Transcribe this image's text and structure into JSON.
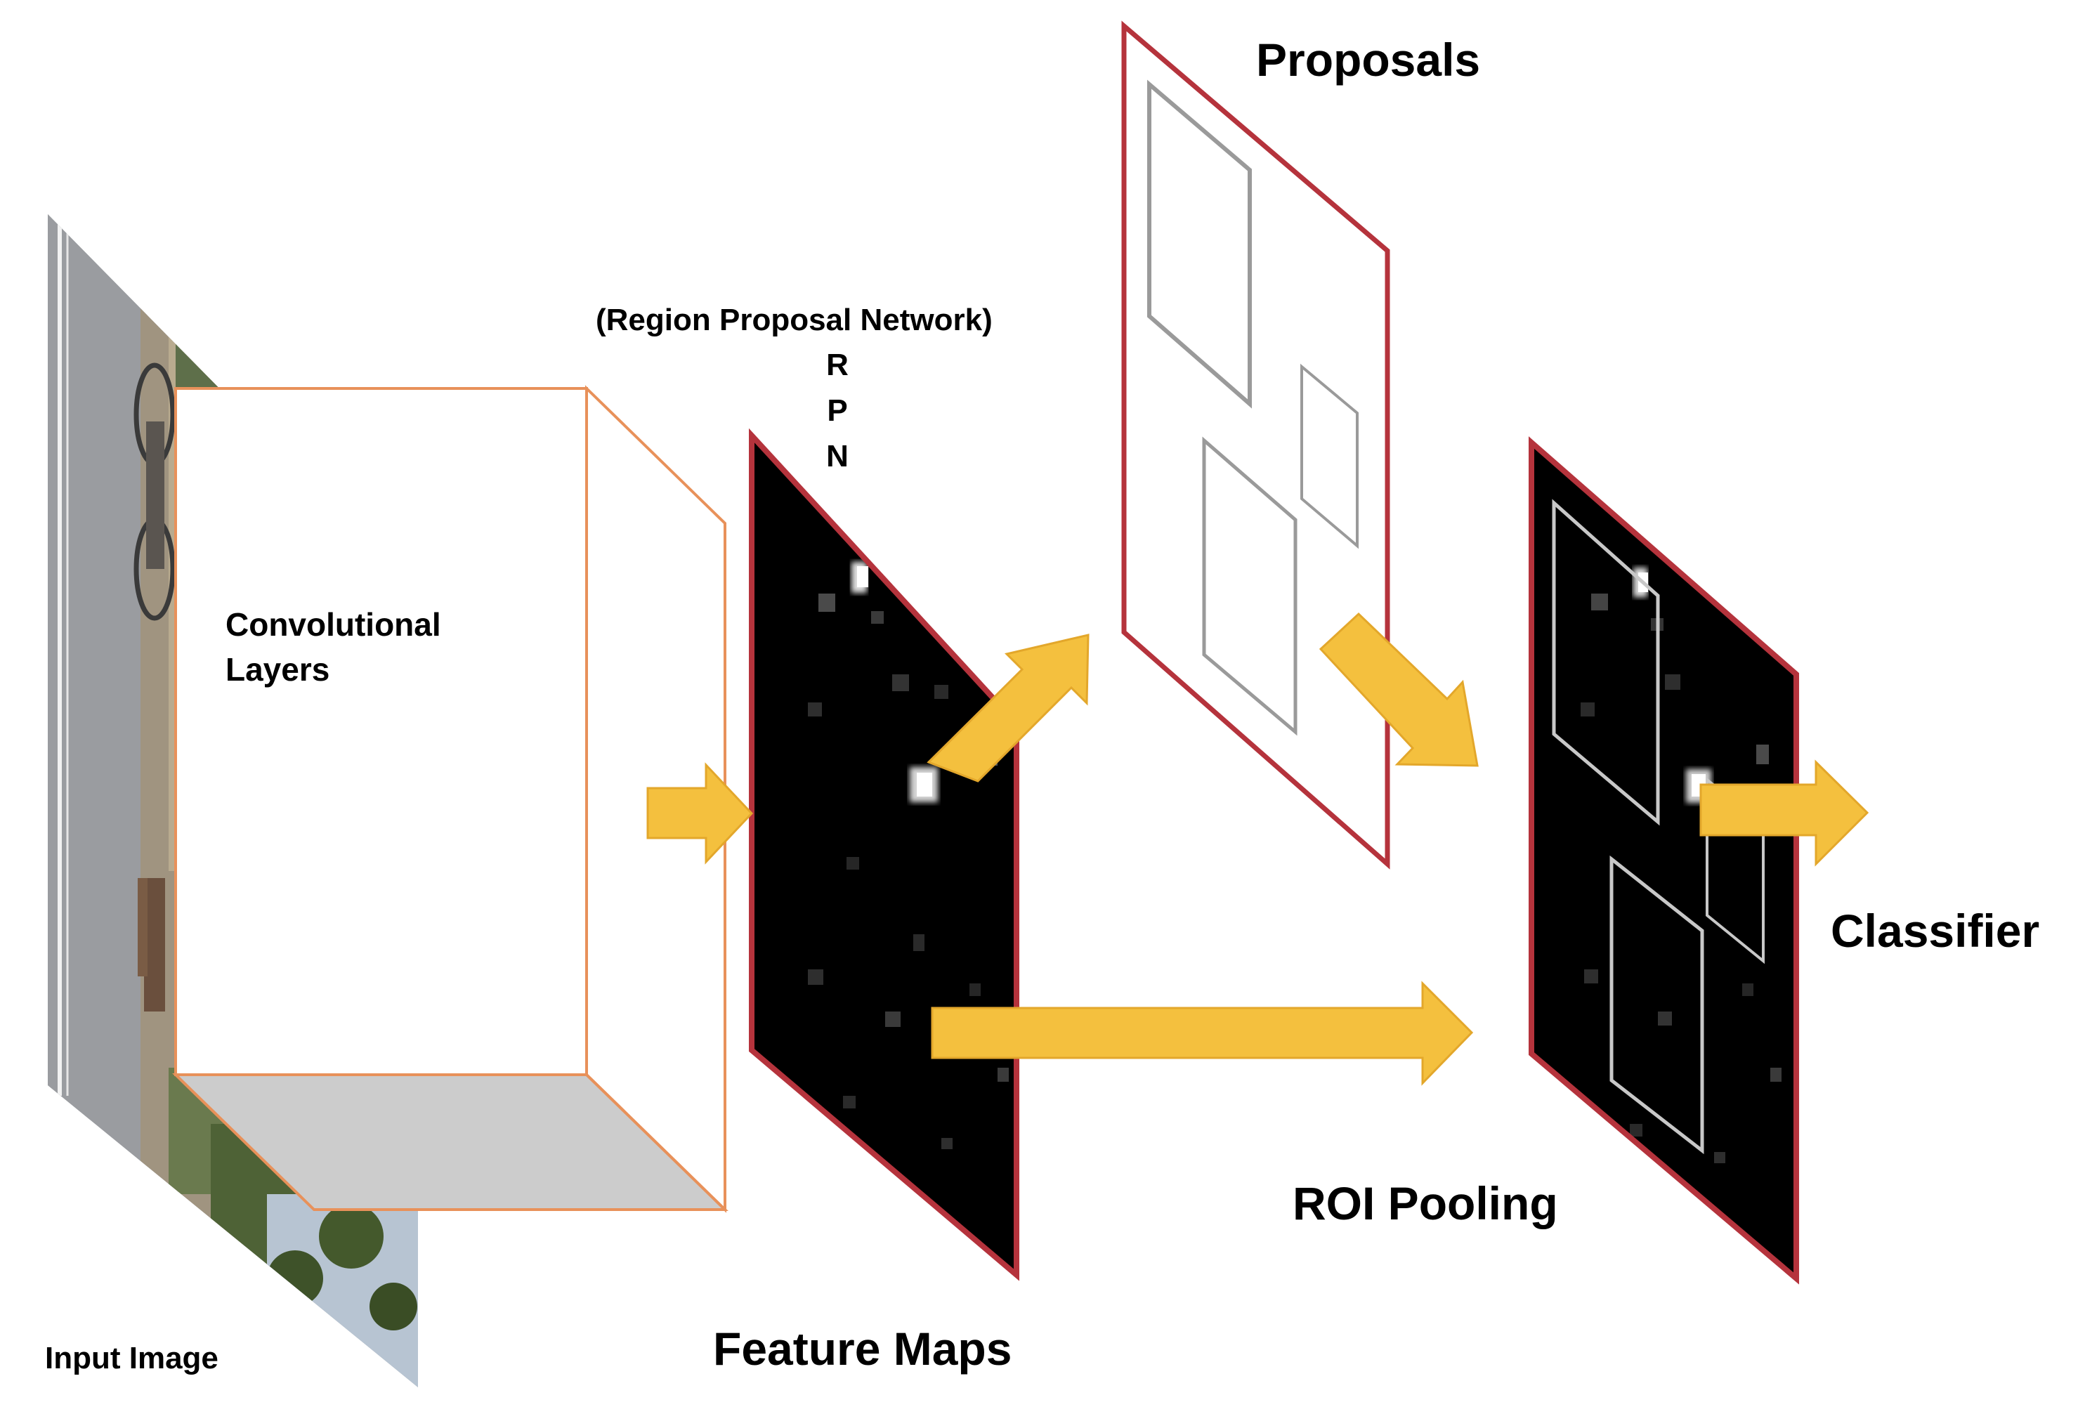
{
  "labels": {
    "proposals": "Proposals",
    "rpn_full": "(Region Proposal Network)",
    "rpn_letters": [
      "R",
      "P",
      "N"
    ],
    "conv_layers_line1": "Convolutional",
    "conv_layers_line2": "Layers",
    "classifier": "Classifier",
    "roi_pooling": "ROI Pooling",
    "feature_maps": "Feature Maps",
    "input_image": "Input Image"
  },
  "colors": {
    "plane_border": "#b5333c",
    "arrow_fill": "#f4c03e",
    "arrow_stroke": "#e3a72b",
    "cube_edge": "#e8915a",
    "cube_bottom": "#cccccc",
    "feature_bg": "#000000",
    "proposal_box": "#9a9a9a"
  },
  "icons": {
    "input_image": "street-photo-icon",
    "feature_map": "activation-map-icon"
  }
}
